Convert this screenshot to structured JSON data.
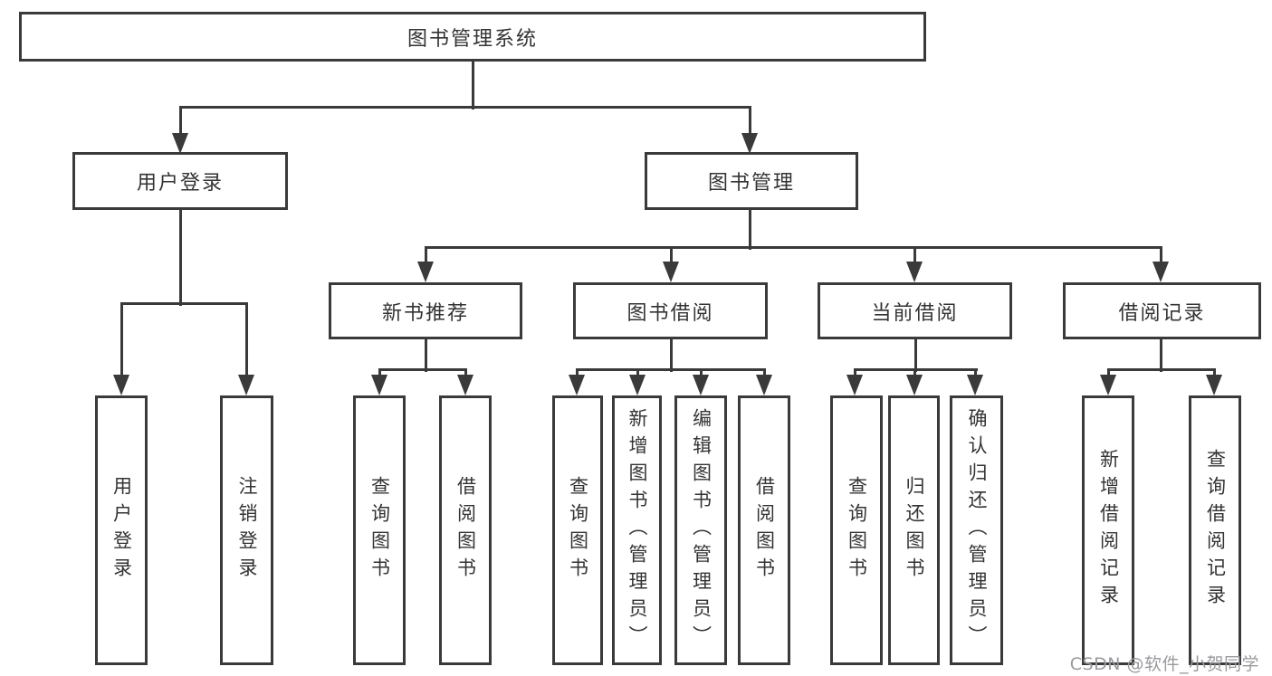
{
  "diagram": {
    "type": "tree",
    "root": {
      "label": "图书管理系统",
      "children": [
        {
          "label": "用户登录",
          "children": [
            {
              "label": "用户登录"
            },
            {
              "label": "注销登录"
            }
          ]
        },
        {
          "label": "图书管理",
          "children": [
            {
              "label": "新书推荐",
              "children": [
                {
                  "label": "查询图书"
                },
                {
                  "label": "借阅图书"
                }
              ]
            },
            {
              "label": "图书借阅",
              "children": [
                {
                  "label": "查询图书"
                },
                {
                  "label": "新增图书（管理员）"
                },
                {
                  "label": "编辑图书（管理员）"
                },
                {
                  "label": "借阅图书"
                }
              ]
            },
            {
              "label": "当前借阅",
              "children": [
                {
                  "label": "查询图书"
                },
                {
                  "label": "归还图书"
                },
                {
                  "label": "确认归还（管理员）"
                }
              ]
            },
            {
              "label": "借阅记录",
              "children": [
                {
                  "label": "新增借阅记录"
                },
                {
                  "label": "查询借阅记录"
                }
              ]
            }
          ]
        }
      ]
    },
    "watermark": "CSDN @软件_小贺同学",
    "colors": {
      "line": "#3a3a3a",
      "text": "#333333",
      "watermark": "#9a9a9e",
      "background": "#ffffff"
    }
  }
}
